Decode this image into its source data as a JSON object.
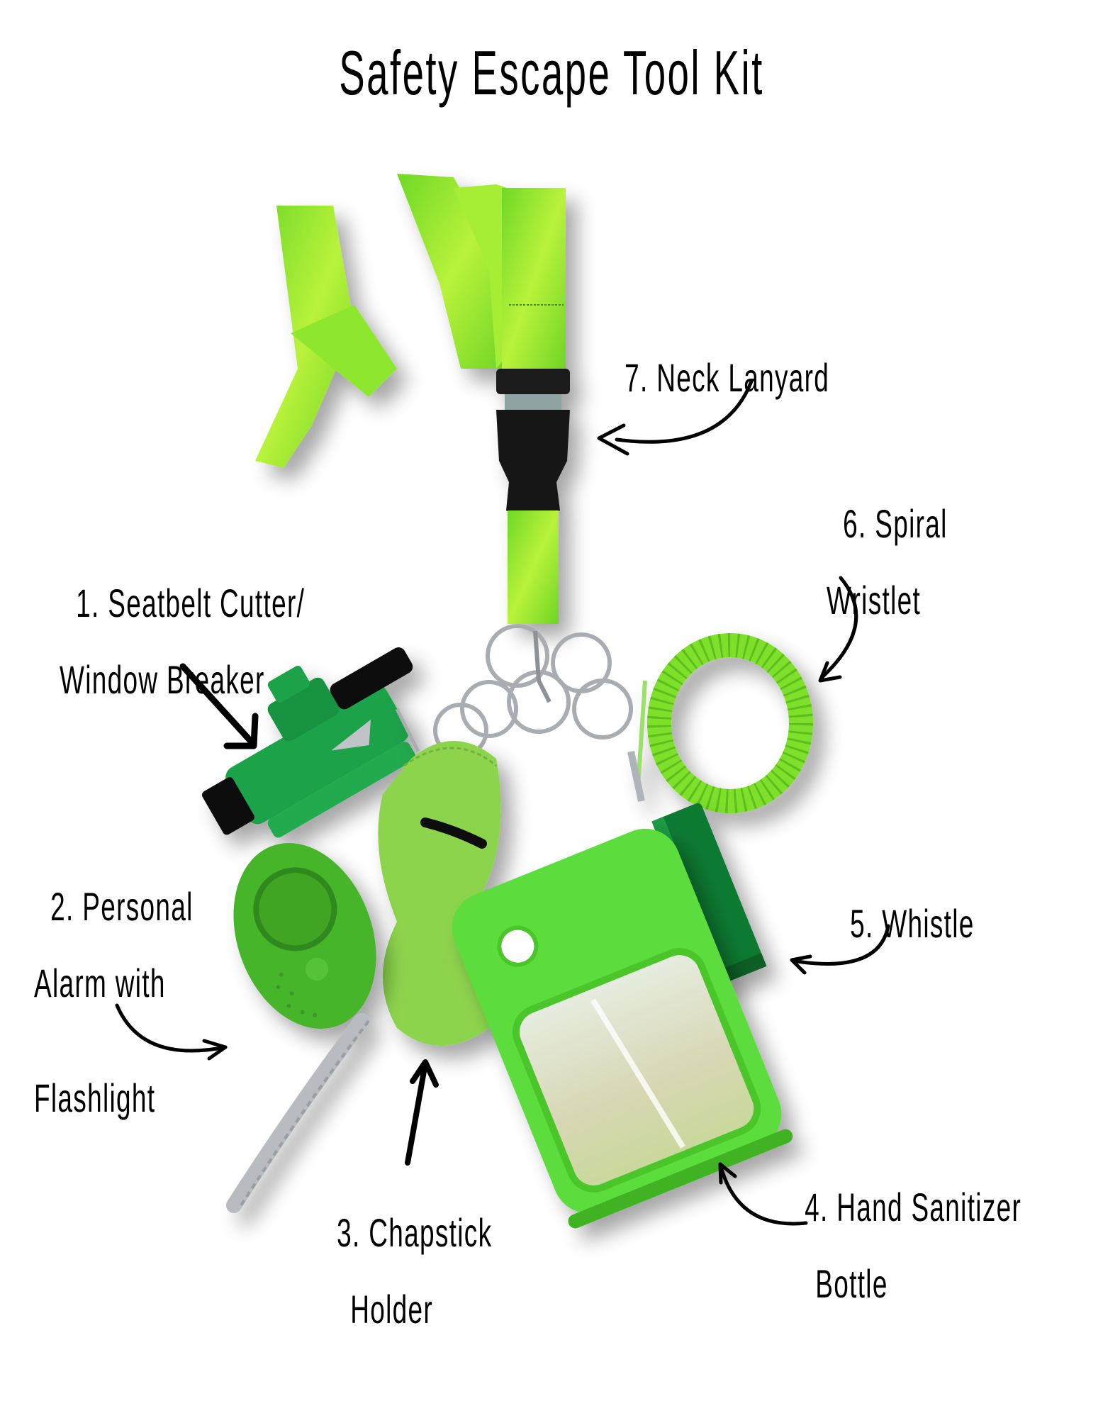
{
  "title": "Safety Escape Tool Kit",
  "colors": {
    "lanyard": "#7BE02B",
    "lanyard_highlight": "#B6F23A",
    "buckle": "#111111",
    "cutter": "#1FA24A",
    "alarm": "#46B52A",
    "chapstick_holder": "#8DD44E",
    "sanitizer": "#5BDC3C",
    "whistle": "#0E7A33",
    "spiral": "#7EE02A",
    "metal": "#B8BBC0",
    "text": "#000000",
    "background": "#FFFFFF"
  },
  "items": [
    {
      "number": "1.",
      "line1": "Seatbelt Cutter/",
      "line2": "Window Breaker",
      "line3": ""
    },
    {
      "number": "2.",
      "line1": "Personal",
      "line2": "Alarm with",
      "line3": "Flashlight"
    },
    {
      "number": "3.",
      "line1": "Chapstick",
      "line2": "Holder",
      "line3": ""
    },
    {
      "number": "4.",
      "line1": "Hand Sanitizer",
      "line2": "Bottle",
      "line3": ""
    },
    {
      "number": "5.",
      "line1": "Whistle",
      "line2": "",
      "line3": ""
    },
    {
      "number": "6.",
      "line1": "Spiral",
      "line2": "Wristlet",
      "line3": ""
    },
    {
      "number": "7.",
      "line1": "Neck Lanyard",
      "line2": "",
      "line3": ""
    }
  ]
}
